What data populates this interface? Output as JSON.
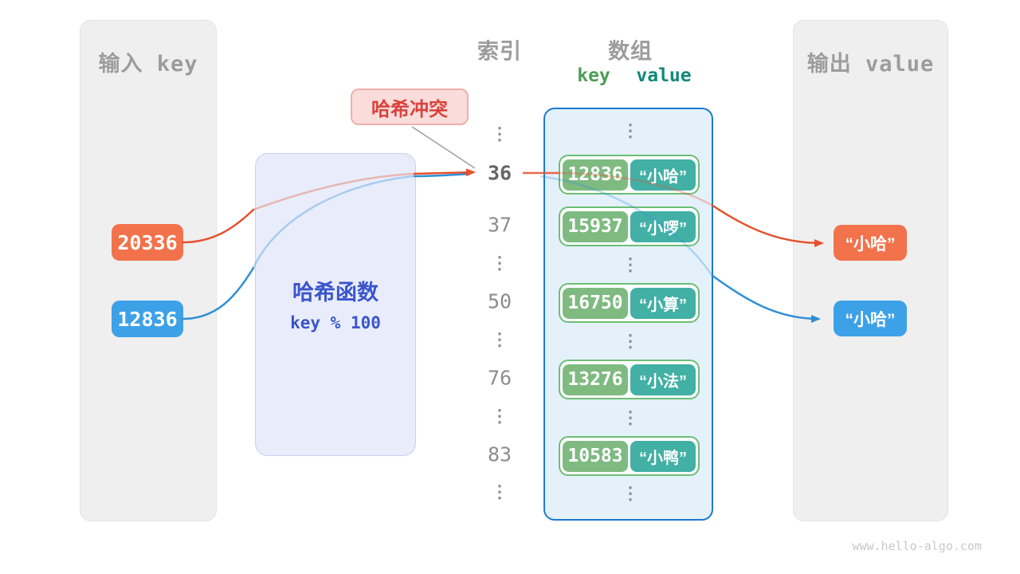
{
  "input_panel": {
    "title": "输入 key",
    "keys": [
      "20336",
      "12836"
    ]
  },
  "hash_box": {
    "title": "哈希函数",
    "formula": "key % 100"
  },
  "collision_label": {
    "text": "哈希冲突"
  },
  "index_column": {
    "title": "索引",
    "items": [
      "⋮",
      "36",
      "37",
      "⋮",
      "50",
      "⋮",
      "76",
      "⋮",
      "83",
      "⋮"
    ]
  },
  "array_panel": {
    "title": "数组",
    "key_header": "key",
    "value_header": "value",
    "ellipsis": "⋮",
    "rows": [
      {
        "index": "36",
        "key": "12836",
        "value": "“小哈”"
      },
      {
        "index": "37",
        "key": "15937",
        "value": "“小啰”"
      },
      {
        "index": "50",
        "key": "16750",
        "value": "“小算”"
      },
      {
        "index": "76",
        "key": "13276",
        "value": "“小法”"
      },
      {
        "index": "83",
        "key": "10583",
        "value": "“小鸭”"
      }
    ]
  },
  "output_panel": {
    "title": "输出 value",
    "values": [
      "“小哈”",
      "“小哈”"
    ]
  },
  "watermark": "www.hello-algo.com",
  "colors": {
    "key_box_orange": "#f2724b",
    "key_box_blue": "#3da1e8",
    "arrow_orange": "#e4512e",
    "arrow_blue": "#2e8fd6",
    "panel_gray": "#efefef",
    "title_gray": "#9c9c9c",
    "hash_bg": "#e9edfb",
    "hash_text": "#3a55cc",
    "collision_bg": "#fadcdb",
    "collision_text": "#d8433c",
    "array_bg": "#e4f1fb",
    "array_border": "#1d7ad0",
    "row_border": "#6cbe74",
    "array_key_bg": "#7fba81",
    "array_value_bg": "#42b0a5",
    "key_header_green": "#4d9e56",
    "value_header_teal": "#0f8a7a"
  }
}
